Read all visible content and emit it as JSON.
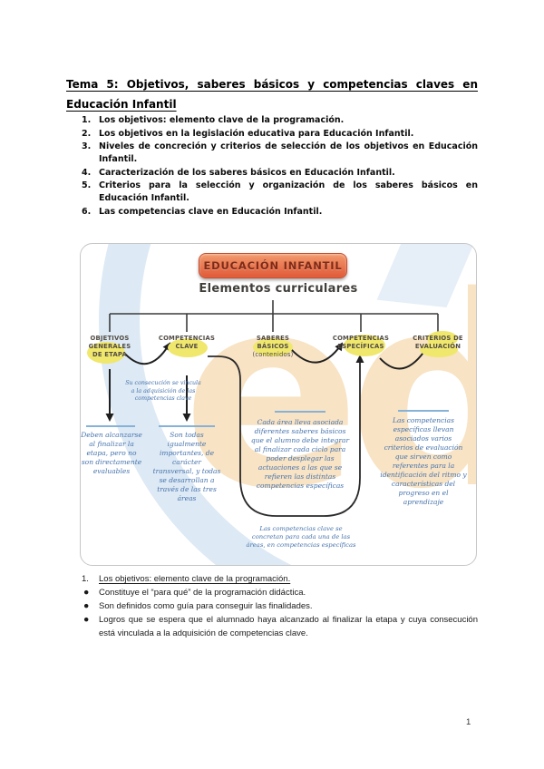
{
  "colors": {
    "header-grad-top": "#f29a6e",
    "header-grad-bottom": "#e05a38",
    "header-border": "#c84e2e",
    "header-text": "#7f2a16",
    "highlight-yellow": "#f0e76d",
    "note-blue": "#4673ad",
    "rule-blue": "#86b2d8",
    "swoosh-blue": "#dde9f4",
    "watermark-orange": "#f8e3c4",
    "diagram-label": "#514b44",
    "panel-border": "#c6c6c6"
  },
  "title": {
    "line1": "Tema 5: Objetivos, saberes básicos y competencias claves en",
    "line2": "Educación Infantil"
  },
  "toc": {
    "items": [
      {
        "num": "1.",
        "text": "Los objetivos: elemento clave de la programación."
      },
      {
        "num": "2.",
        "text": "Los objetivos en la legislación educativa para Educación Infantil."
      },
      {
        "num": "3.",
        "text": "Niveles de concreción y criterios de selección de los objetivos en Educación Infantil."
      },
      {
        "num": "4.",
        "text": "Caracterización de los saberes básicos en Educación Infantil."
      },
      {
        "num": "5.",
        "text": "Criterios para la selección y organización de los saberes básicos en Educación Infantil."
      },
      {
        "num": "6.",
        "text": "Las competencias clave en Educación Infantil."
      }
    ]
  },
  "diagram": {
    "header": "EDUCACIÓN INFANTIL",
    "subtitle": "Elementos curriculares",
    "watermark": "ed",
    "columns": [
      {
        "label_lines": [
          "OBJETIVOS",
          "GENERALES",
          "DE ETAPA"
        ]
      },
      {
        "label_lines": [
          "COMPETENCIAS",
          "CLAVE"
        ]
      },
      {
        "label_lines": [
          "SABERES",
          "BÁSICOS",
          "(contenidos)"
        ]
      },
      {
        "label_lines": [
          "COMPETENCIAS",
          "ESPECÍFICAS"
        ]
      },
      {
        "label_lines": [
          "CRITERIOS DE",
          "EVALUACIÓN"
        ]
      }
    ],
    "notes": {
      "objetivos": "Deben alcanzarse al finalizar la etapa, pero no son directamente evaluables",
      "competencias_clave": "Son todas igualmente importantes, de carácter transversal, y todas se desarrollan a través de las tres áreas",
      "link": "Su consecución se vincula a la adquisición de las competencias clave",
      "saberes": "Cada área lleva asociada diferentes saberes básicos que el alumno debe integrar al finalizar cada ciclo para poder desplegar las actuaciones a las que se refieren las distintas competencias específicas",
      "criterios": "Las competencias específicas llevan asociados varios criterios de evaluación que sirven como referentes para la identificación del ritmo y características del progreso en el aprendizaje",
      "bottom": "Las competencias clave se concretan para cada una de las áreas, en competencias específicas"
    }
  },
  "section1": {
    "number": "1.",
    "heading": "Los objetivos: elemento clave de la programación.",
    "bullet_glyph": "●",
    "bullets": [
      "Constituye el “para qué” de la programación didáctica.",
      "Son definidos como guía para conseguir las finalidades.",
      "Logros que se espera que el alumnado haya alcanzado al finalizar la etapa y cuya consecución está vinculada a la adquisición de competencias clave."
    ]
  },
  "page": {
    "number": "1"
  }
}
